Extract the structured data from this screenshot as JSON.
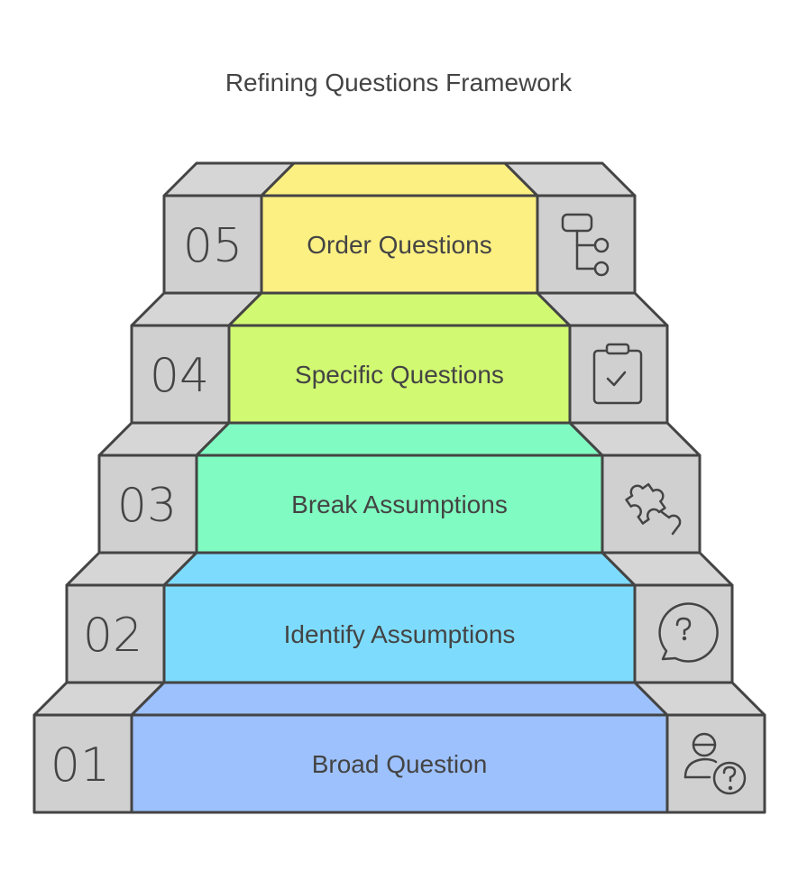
{
  "title": "Refining Questions Framework",
  "colors": {
    "gray_top": "#d6d6d6",
    "gray_front": "#d0d0d0",
    "outline": "#444444"
  },
  "steps": [
    {
      "number": "01",
      "label": "Broad Question",
      "color": "#9dc1fd",
      "icon": "person-question-icon"
    },
    {
      "number": "02",
      "label": "Identify Assumptions",
      "color": "#7ddcfd",
      "icon": "speech-bubble-question-icon"
    },
    {
      "number": "03",
      "label": "Break Assumptions",
      "color": "#80fbc1",
      "icon": "puzzle-piece-icon"
    },
    {
      "number": "04",
      "label": "Specific Questions",
      "color": "#d2f972",
      "icon": "clipboard-check-icon"
    },
    {
      "number": "05",
      "label": "Order Questions",
      "color": "#fcf083",
      "icon": "hierarchy-icon"
    }
  ]
}
